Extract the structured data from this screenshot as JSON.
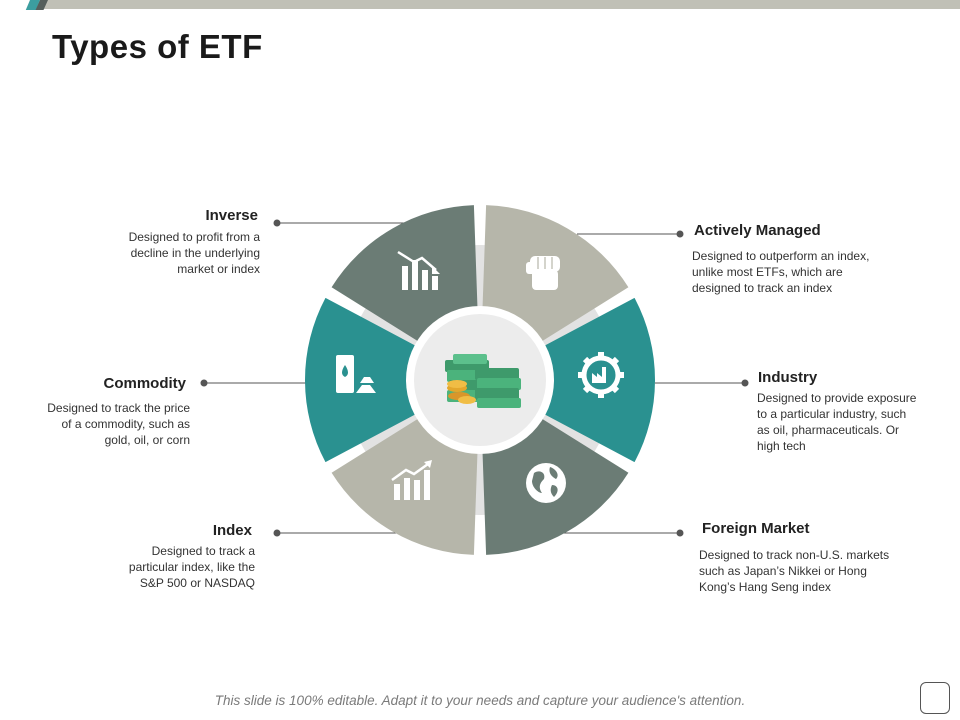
{
  "title": "Types of ETF",
  "footer": "This slide is 100% editable. Adapt it to your needs and capture your audience's attention.",
  "colors": {
    "teal": "#2a9190",
    "dark_gray": "#6b7c75",
    "light_gray": "#b6b6aa",
    "top_bar": "#c0c0b6",
    "accent_teal": "#3c9ea0"
  },
  "segments": [
    {
      "label": "Inverse",
      "description": [
        "Designed to profit from a",
        "decline in the underlying",
        "market or index"
      ],
      "icon": "declining-bar-chart-icon"
    },
    {
      "label": "Actively Managed",
      "description": [
        "Designed to outperform  an index,",
        "unlike most ETFs, which are",
        "designed to track an index"
      ],
      "icon": "raised-fist-icon"
    },
    {
      "label": "Commodity",
      "description": [
        "Designed to track the price",
        "of a commodity, such as",
        "gold, oil, or corn"
      ],
      "icon": "oil-barrel-gold-bars-icon"
    },
    {
      "label": "Industry",
      "description": [
        "Designed to provide  exposure",
        "to a particular industry, such",
        "as oil, pharmaceuticals. Or",
        "high tech"
      ],
      "icon": "factory-gear-icon"
    },
    {
      "label": "Index",
      "description": [
        "Designed to track a",
        "particular index, like the",
        "S&P 500 or NASDAQ"
      ],
      "icon": "rising-bar-chart-icon"
    },
    {
      "label": "Foreign Market",
      "description": [
        "Designed to track non-U.S. markets",
        "such as Japan’s  Nikkei or Hong",
        "Kong’s Hang Seng index"
      ],
      "icon": "globe-icon"
    }
  ],
  "center_icon": "money-stacks-coins-icon"
}
